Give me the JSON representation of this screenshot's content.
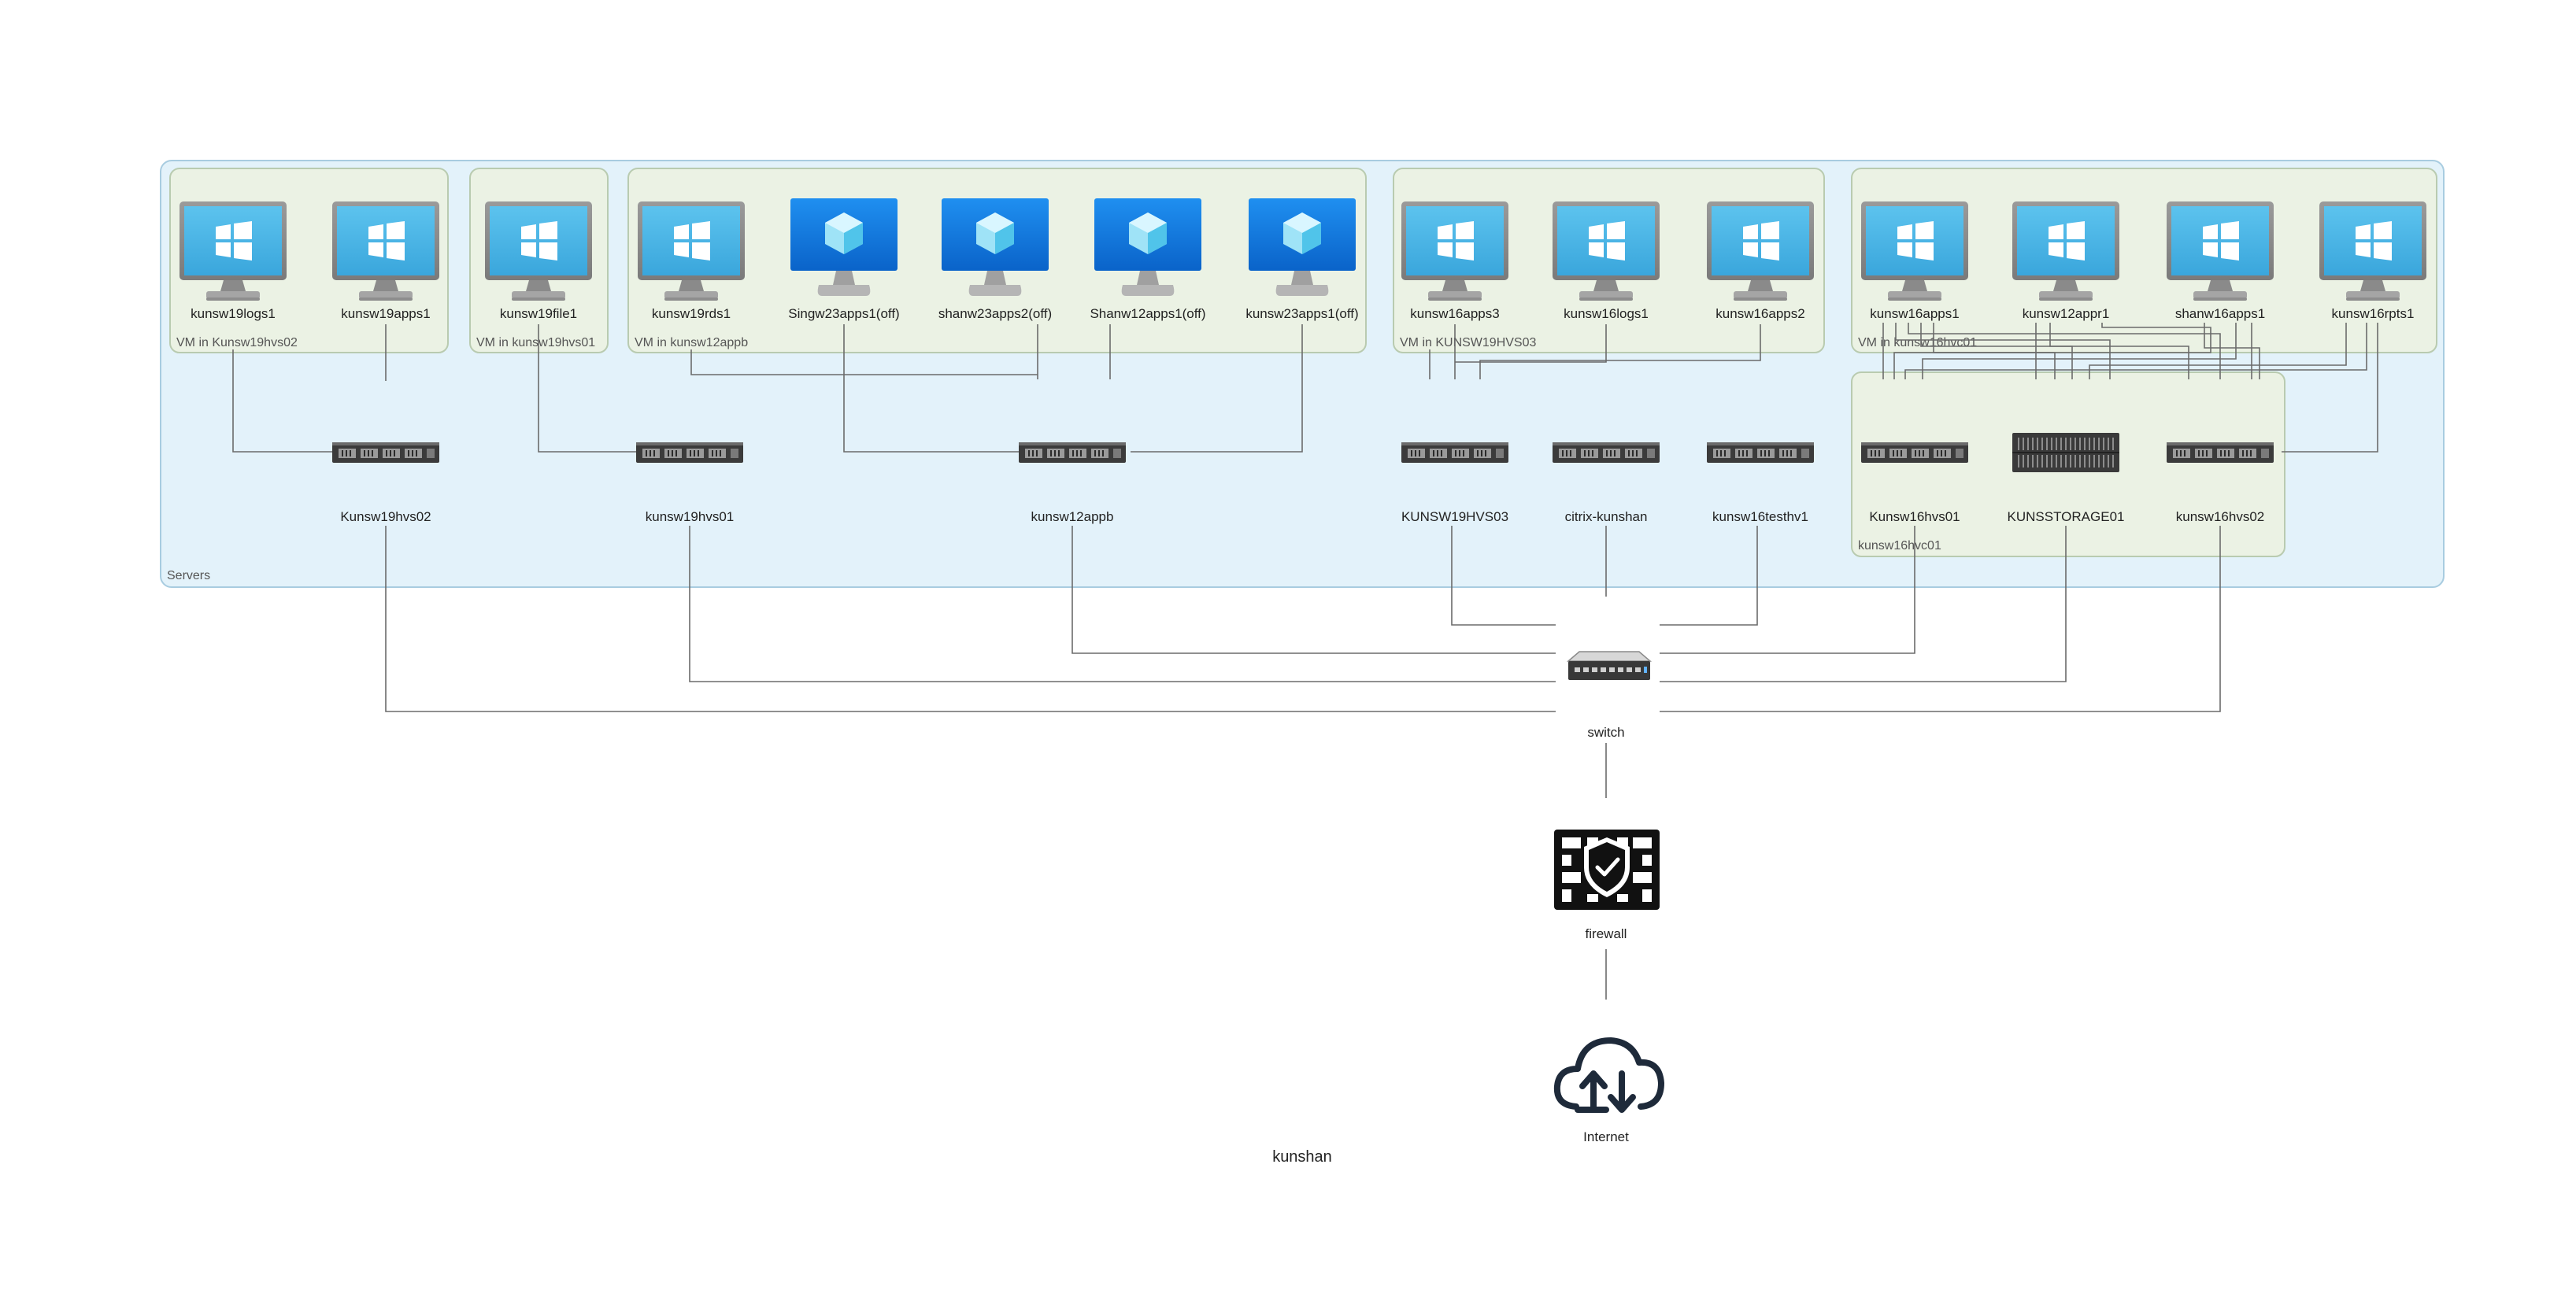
{
  "diagram_title": "kunshan",
  "groups": {
    "servers": "Servers",
    "vm_kunsw19hvs02": "VM in Kunsw19hvs02",
    "vm_kunsw19hvs01": "VM in kunsw19hvs01",
    "vm_kunsw12appb": "VM in kunsw12appb",
    "vm_kunsw19hvs03": "VM in KUNSW19HVS03",
    "vm_kunsw16hvc01": "VM in kunsw16hvc01",
    "cluster_kunsw16hvc01": "kunsw16hvc01"
  },
  "vms": {
    "kunsw19logs1": {
      "label": "kunsw19logs1",
      "icon": "windows-monitor-icon"
    },
    "kunsw19apps1": {
      "label": "kunsw19apps1",
      "icon": "windows-monitor-icon"
    },
    "kunsw19file1": {
      "label": "kunsw19file1",
      "icon": "windows-monitor-icon"
    },
    "kunsw19rds1": {
      "label": "kunsw19rds1",
      "icon": "windows-monitor-icon"
    },
    "singw23apps1": {
      "label": "Singw23apps1(off)",
      "icon": "azure-vm-icon"
    },
    "shanw23apps2": {
      "label": "shanw23apps2(off)",
      "icon": "azure-vm-icon"
    },
    "shanw12apps1": {
      "label": "Shanw12apps1(off)",
      "icon": "azure-vm-icon"
    },
    "kunsw23apps1": {
      "label": "kunsw23apps1(off)",
      "icon": "azure-vm-icon"
    },
    "kunsw16apps3": {
      "label": "kunsw16apps3",
      "icon": "windows-monitor-icon"
    },
    "kunsw16logs1": {
      "label": "kunsw16logs1",
      "icon": "windows-monitor-icon"
    },
    "kunsw16apps2": {
      "label": "kunsw16apps2",
      "icon": "windows-monitor-icon"
    },
    "kunsw16apps1": {
      "label": "kunsw16apps1",
      "icon": "windows-monitor-icon"
    },
    "kunsw12appr1": {
      "label": "kunsw12appr1",
      "icon": "windows-monitor-icon"
    },
    "shanw16apps1": {
      "label": "shanw16apps1",
      "icon": "windows-monitor-icon"
    },
    "kunsw16rpts1": {
      "label": "kunsw16rpts1",
      "icon": "windows-monitor-icon"
    }
  },
  "hosts": {
    "kunsw19hvs02": {
      "label": "Kunsw19hvs02",
      "icon": "rack-server-icon"
    },
    "kunsw19hvs01": {
      "label": "kunsw19hvs01",
      "icon": "rack-server-icon"
    },
    "kunsw12appb": {
      "label": "kunsw12appb",
      "icon": "rack-server-icon"
    },
    "kunsw19hvs03": {
      "label": "KUNSW19HVS03",
      "icon": "rack-server-icon"
    },
    "citrix_kunshan": {
      "label": "citrix-kunshan",
      "icon": "rack-server-icon"
    },
    "kunsw16testhv1": {
      "label": "kunsw16testhv1",
      "icon": "rack-server-icon"
    },
    "kunsw16hvs01": {
      "label": "Kunsw16hvs01",
      "icon": "rack-server-icon"
    },
    "kunsstorage01": {
      "label": "KUNSSTORAGE01",
      "icon": "storage-array-icon"
    },
    "kunsw16hvs02": {
      "label": "kunsw16hvs02",
      "icon": "rack-server-icon"
    }
  },
  "network": {
    "switch": {
      "label": "switch",
      "icon": "network-switch-icon"
    },
    "firewall": {
      "label": "firewall",
      "icon": "firewall-icon"
    },
    "internet": {
      "label": "Internet",
      "icon": "cloud-upload-download-icon"
    }
  },
  "colors": {
    "servers_fill": "#e3f2fa",
    "servers_stroke": "#a8cce0",
    "vm_group_fill": "#ebf2e4",
    "vm_group_stroke": "#b9cbb0",
    "wire": "#6b6b6b"
  }
}
